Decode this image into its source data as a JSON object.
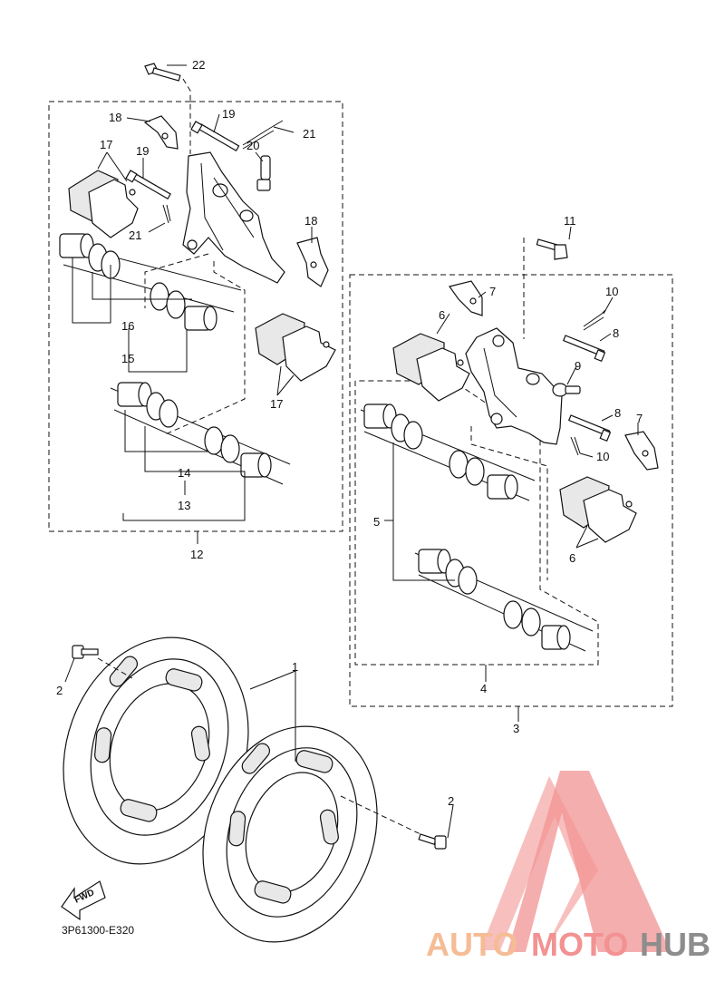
{
  "diagram": {
    "code": "3P61300-E320",
    "fwd_label": "FWD",
    "labels": {
      "l22": "22",
      "l19a": "19",
      "l18a": "18",
      "l21a": "21",
      "l20": "20",
      "l17a": "17",
      "l19b": "19",
      "l21b": "21",
      "l18b": "18",
      "l16": "16",
      "l15": "15",
      "l17b": "17",
      "l14": "14",
      "l13": "13",
      "l12": "12",
      "l11": "11",
      "l7a": "7",
      "l10a": "10",
      "l6a": "6",
      "l8a": "8",
      "l9": "9",
      "l8b": "8",
      "l7b": "7",
      "l10b": "10",
      "l5": "5",
      "l6b": "6",
      "l4": "4",
      "l3": "3",
      "l1": "1",
      "l2a": "2",
      "l2b": "2"
    }
  },
  "watermark": {
    "part1": "AUTO",
    "part2": "MOTO",
    "part3": "HUB",
    "colors": {
      "auto": "#f4b183",
      "moto": "#f08080",
      "hub": "#7a7a7a",
      "logo": "#f08080"
    }
  }
}
